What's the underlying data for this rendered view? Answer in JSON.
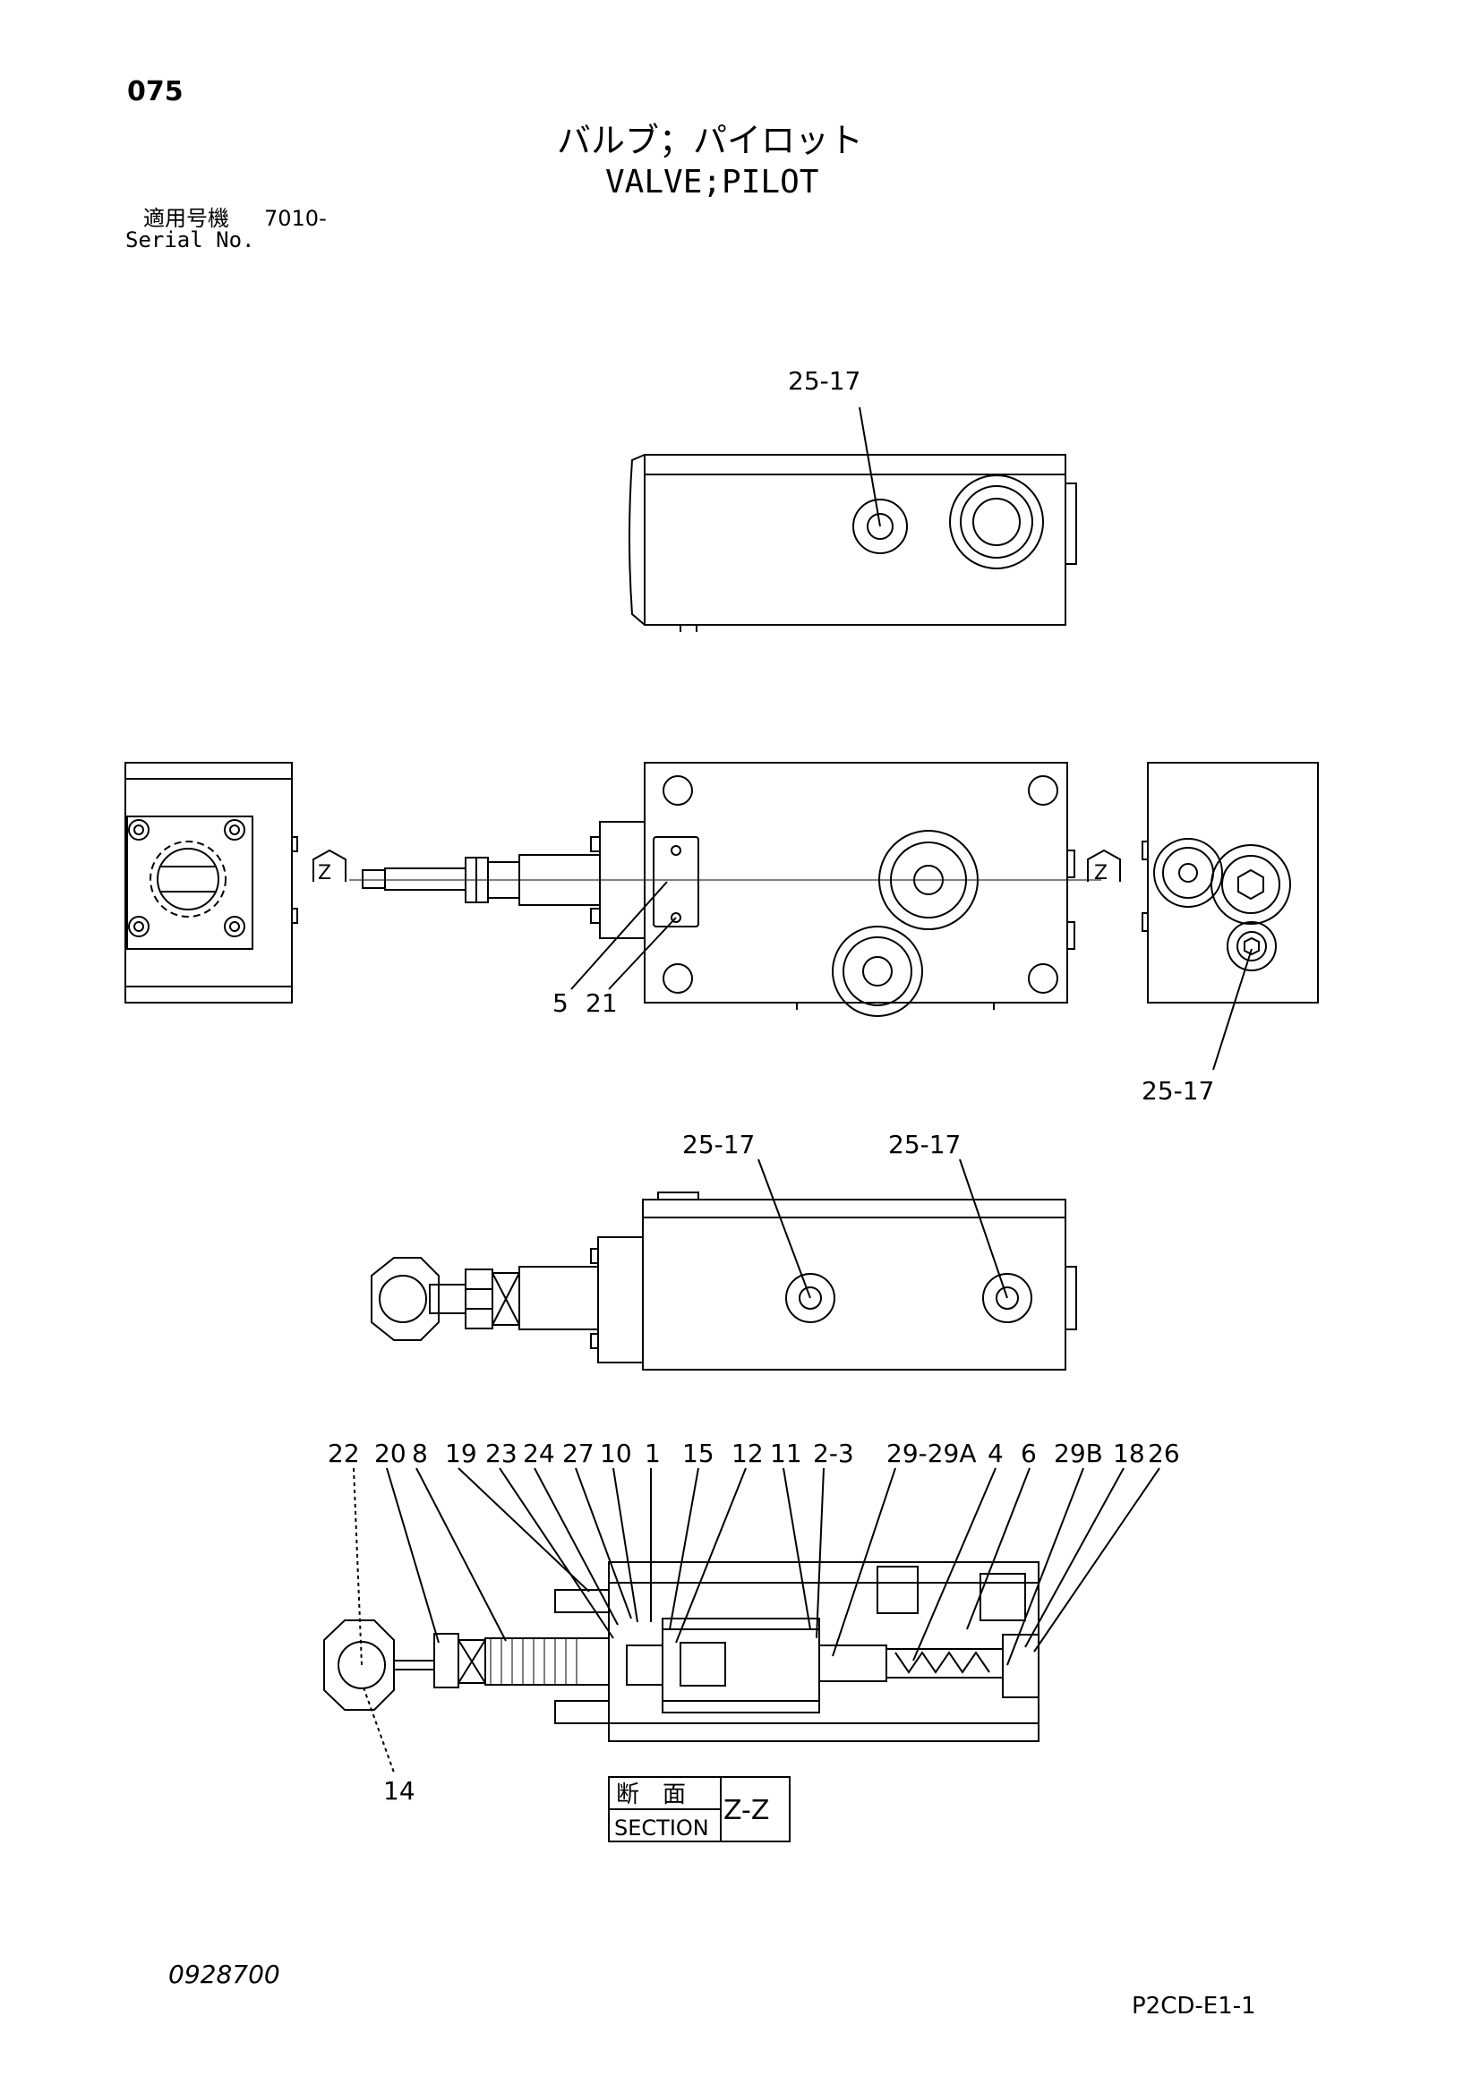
{
  "page_number": "075",
  "title_jp": "バルブ；パイロット",
  "title_en": "VALVE;PILOT",
  "serial_label_jp": "適用号機",
  "serial_value": "7010-",
  "serial_label_en": "Serial No.",
  "callouts": {
    "top_view": "25-17",
    "front_5": "5",
    "front_21": "21",
    "right_view": "25-17",
    "bottom_left": "25-17",
    "bottom_right": "25-17",
    "section_14": "14"
  },
  "view_marker": "Z",
  "section_callouts": [
    "22",
    "20",
    "8",
    "19",
    "23",
    "24",
    "27",
    "10",
    "1",
    "15",
    "12",
    "11",
    "2-3",
    "29-29A",
    "4",
    "6",
    "29B",
    "18",
    "26"
  ],
  "section_box": {
    "jp": "断　面",
    "en": "SECTION",
    "label": "Z-Z"
  },
  "drawing_number": "0928700",
  "figure_code": "P2CD-E1-1"
}
